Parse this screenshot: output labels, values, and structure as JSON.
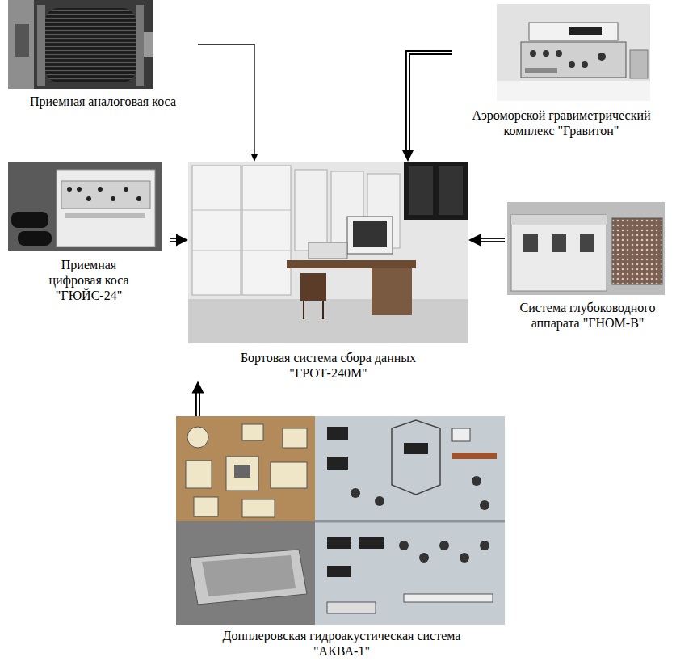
{
  "diagram": {
    "nodes": [
      {
        "text": [
          "Приемная аналоговая коса"
        ]
      },
      {
        "text": [
          "Аэроморской гравиметрический комплекс \"Гравитон\""
        ]
      },
      {
        "text": [
          "Приемная цифровая коса \"ГЮЙС-24\""
        ]
      },
      {
        "text": [
          "Бортовая система сбора данных \"ГРОТ-240М\""
        ]
      },
      {
        "text": [
          "Система глубоководного аппарата \"ГНОМ-В\""
        ]
      },
      {
        "text": [
          "Допплеровская гидроакустическая система \"АКВА-1\""
        ]
      }
    ],
    "edges": [
      {
        "from": 0,
        "to": 3,
        "arrow": "to"
      },
      {
        "from": 1,
        "to": 3,
        "arrow": "to"
      },
      {
        "from": 2,
        "to": 3,
        "arrow": "to"
      },
      {
        "from": 4,
        "to": 3,
        "arrow": "to"
      },
      {
        "from": 5,
        "to": 3,
        "arrow": "to"
      }
    ]
  }
}
